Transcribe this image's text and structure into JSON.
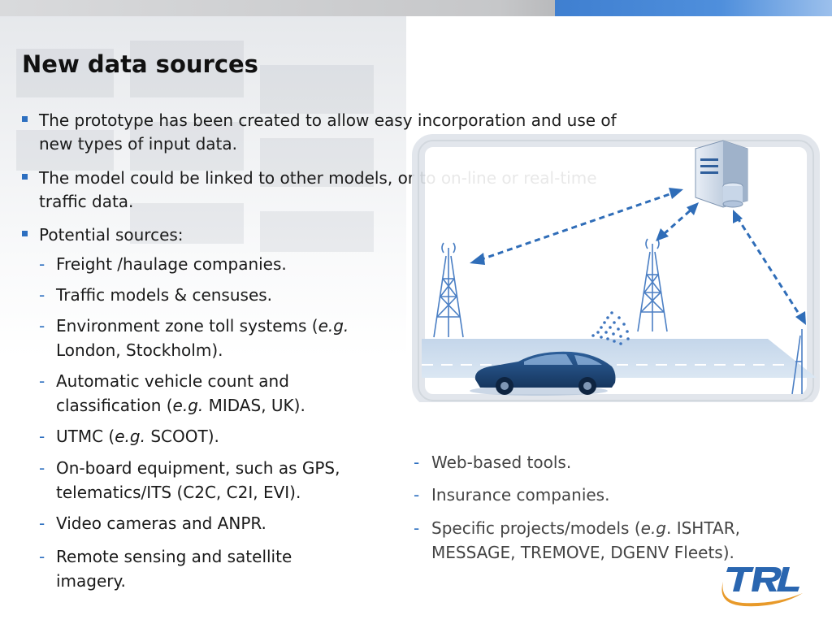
{
  "slide": {
    "title": "New data sources",
    "bullets": [
      {
        "text": "The prototype has been created to allow easy incorporation and use of new types of input data."
      },
      {
        "text": "The model could be linked to other models, or to on-line or real-time traffic data."
      },
      {
        "text": "Potential sources:"
      }
    ],
    "sources_left": [
      {
        "text": "Freight /haulage companies."
      },
      {
        "text": "Traffic models & censuses."
      },
      {
        "before": "Environment zone toll systems (",
        "em": "e.g.",
        "after": " London, Stockholm)."
      },
      {
        "before": "Automatic vehicle count and classification (",
        "em": "e.g.",
        "after": " MIDAS, UK)."
      },
      {
        "before": "UTMC (",
        "em": "e.g.",
        "after": " SCOOT)."
      },
      {
        "text": "On-board equipment, such as GPS, telematics/ITS (C2C, C2I, EVI)."
      },
      {
        "text": "Video cameras and ANPR."
      },
      {
        "text": "Remote sensing and satellite imagery."
      }
    ],
    "sources_right": [
      {
        "text": "Web-based tools."
      },
      {
        "text": "Insurance companies."
      },
      {
        "before": "Specific projects/models (",
        "em": "e.g",
        "after": ". ISHTAR, MESSAGE, TREMOVE, DGENV Fleets)."
      }
    ],
    "dash": "-"
  },
  "colors": {
    "accent": "#2d6fc0",
    "arrow": "#2f6db8",
    "logo_blue": "#2a66b0",
    "logo_orange": "#e89a2a"
  },
  "icons": {
    "server": "server-icon",
    "tower": "radio-tower-icon",
    "car": "car-icon",
    "signal": "wireless-signal-icon",
    "logo": "trl-logo"
  }
}
